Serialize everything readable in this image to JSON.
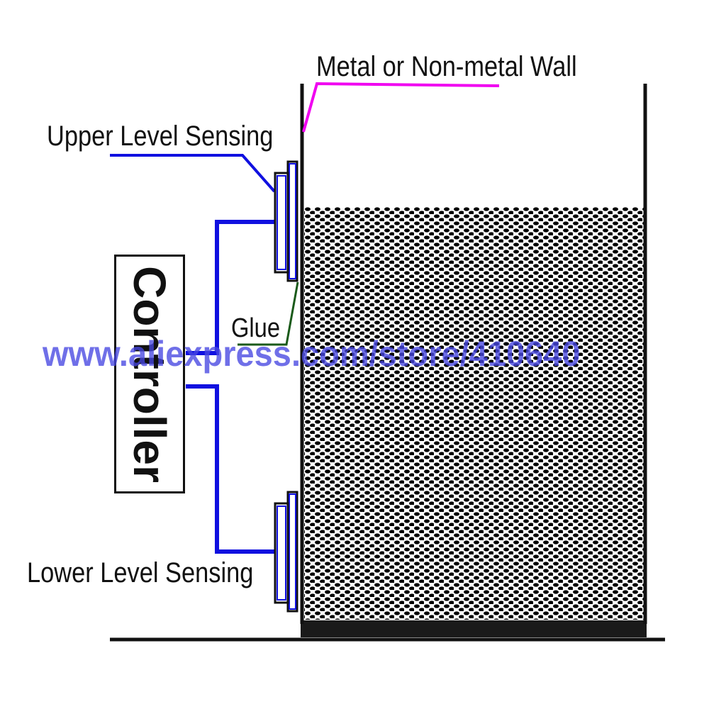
{
  "labels": {
    "wall": "Metal or Non-metal Wall",
    "upper_sensor": "Upper Level Sensing",
    "glue": "Glue",
    "lower_sensor": "Lower Level Sensing",
    "controller": "Controller"
  },
  "watermark": "www.aliexpress.com/store/410640",
  "colors": {
    "wire": "#1010e0",
    "wall_leader": "#f000f0",
    "glue_leader": "#1a5a1a",
    "outline": "#111111",
    "liquid_dots": "#000000",
    "tank_bottom": "#1a1a1a",
    "watermark": "#4646e1"
  }
}
